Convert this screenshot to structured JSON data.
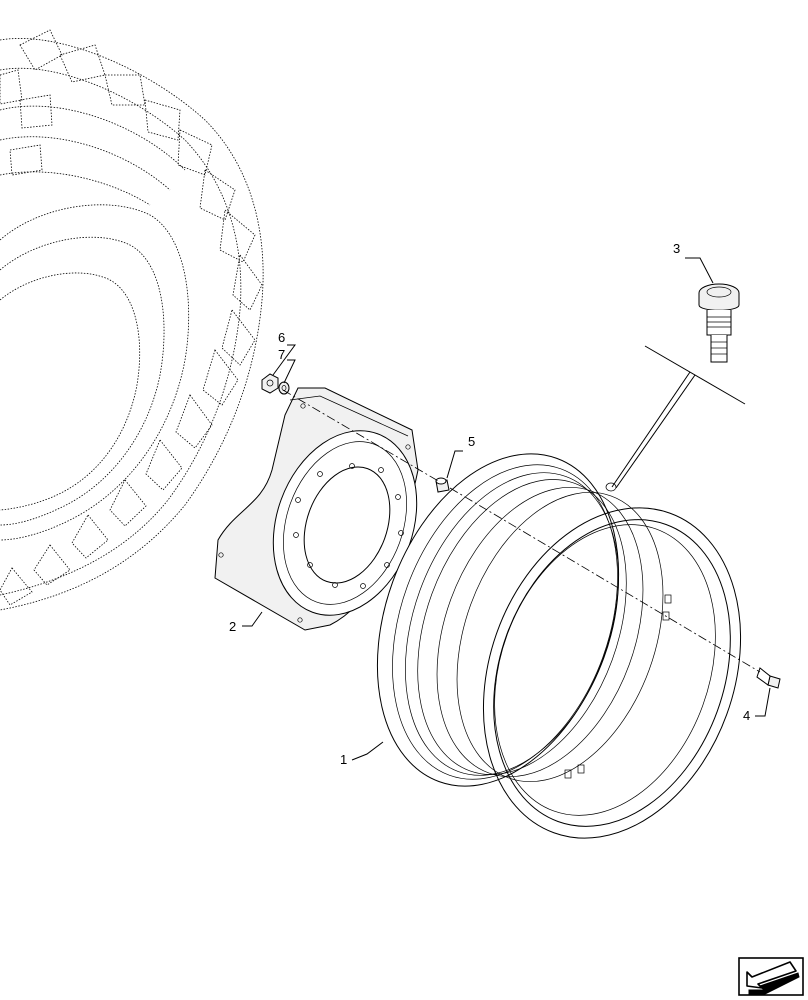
{
  "callouts": [
    {
      "id": "1",
      "label": "1"
    },
    {
      "id": "2",
      "label": "2"
    },
    {
      "id": "3",
      "label": "3"
    },
    {
      "id": "4",
      "label": "4"
    },
    {
      "id": "5",
      "label": "5"
    },
    {
      "id": "6",
      "label": "6"
    },
    {
      "id": "7",
      "label": "7"
    }
  ],
  "parts": [
    {
      "callout": "1",
      "depicts": "wheel-rim"
    },
    {
      "callout": "2",
      "depicts": "wheel-weight"
    },
    {
      "callout": "3",
      "depicts": "tire-valve"
    },
    {
      "callout": "4",
      "depicts": "bolt"
    },
    {
      "callout": "5",
      "depicts": "spacer"
    },
    {
      "callout": "6",
      "depicts": "nut"
    },
    {
      "callout": "7",
      "depicts": "washer"
    }
  ],
  "icons": {
    "tire": "tire-outline-icon",
    "navigation": "previous-page-arrow-icon"
  },
  "colors": {
    "line": "#000000",
    "part_fill": "#f1f1f1",
    "background": "#ffffff"
  }
}
